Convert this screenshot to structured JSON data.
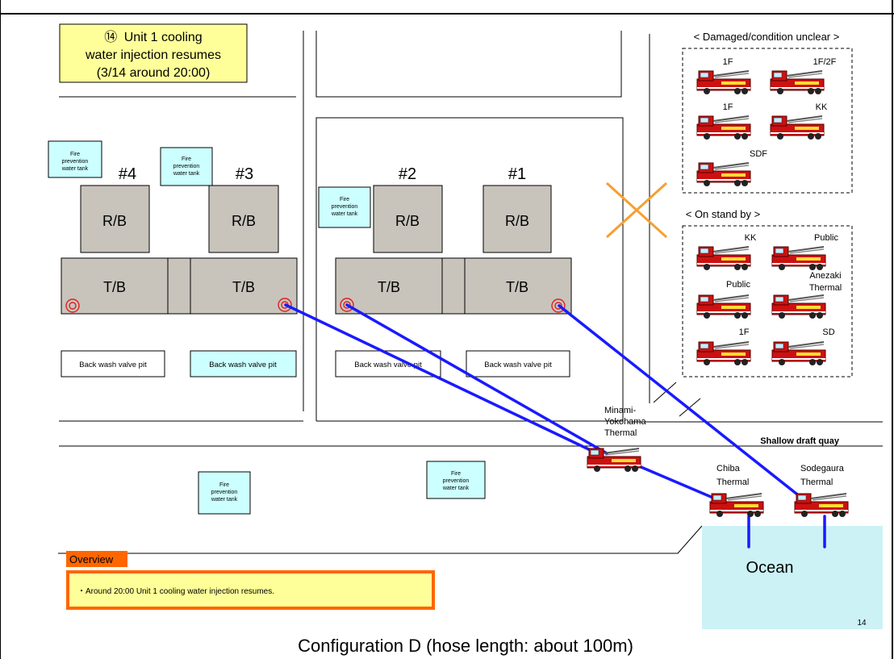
{
  "note": {
    "number": "⑭",
    "line1": "Unit 1 cooling",
    "line2": "water injection resumes",
    "line3": "(3/14 around 20:00)"
  },
  "units": [
    "#4",
    "#3",
    "#2",
    "#1"
  ],
  "rb_label": "R/B",
  "tb_label": "T/B",
  "tank_label": [
    "Fire",
    "prevention",
    "water tank"
  ],
  "valve_pit_label": "Back wash valve pit",
  "damaged": {
    "title": "< Damaged/condition unclear >",
    "trucks": [
      "1F",
      "1F/2F",
      "1F",
      "KK",
      "SDF"
    ]
  },
  "standby": {
    "title": "< On stand by >",
    "trucks": [
      "KK",
      "Public",
      "Public",
      "Anezaki Thermal",
      "1F",
      "SD"
    ]
  },
  "labels": {
    "minami": [
      "Minami-",
      "Yokohama",
      "Thermal"
    ],
    "quay": "Shallow draft quay",
    "chiba": [
      "Chiba",
      "Thermal"
    ],
    "sodegaura": [
      "Sodegaura",
      "Thermal"
    ],
    "ocean": "Ocean",
    "page_num": "14"
  },
  "overview": {
    "tab": "Overview",
    "text": "・Around 20:00 Unit 1 cooling water injection resumes."
  },
  "caption": "Configuration D (hose length: about 100m)",
  "colors": {
    "hose": "#1a1aff",
    "note_bg": "#ffff99",
    "tank_bg": "#ccffff",
    "building": "#c8c4bc",
    "ocean": "#ccf2f6",
    "overview": "#ff6600",
    "overview_bg": "#ffff99",
    "cross": "#f5a030"
  }
}
